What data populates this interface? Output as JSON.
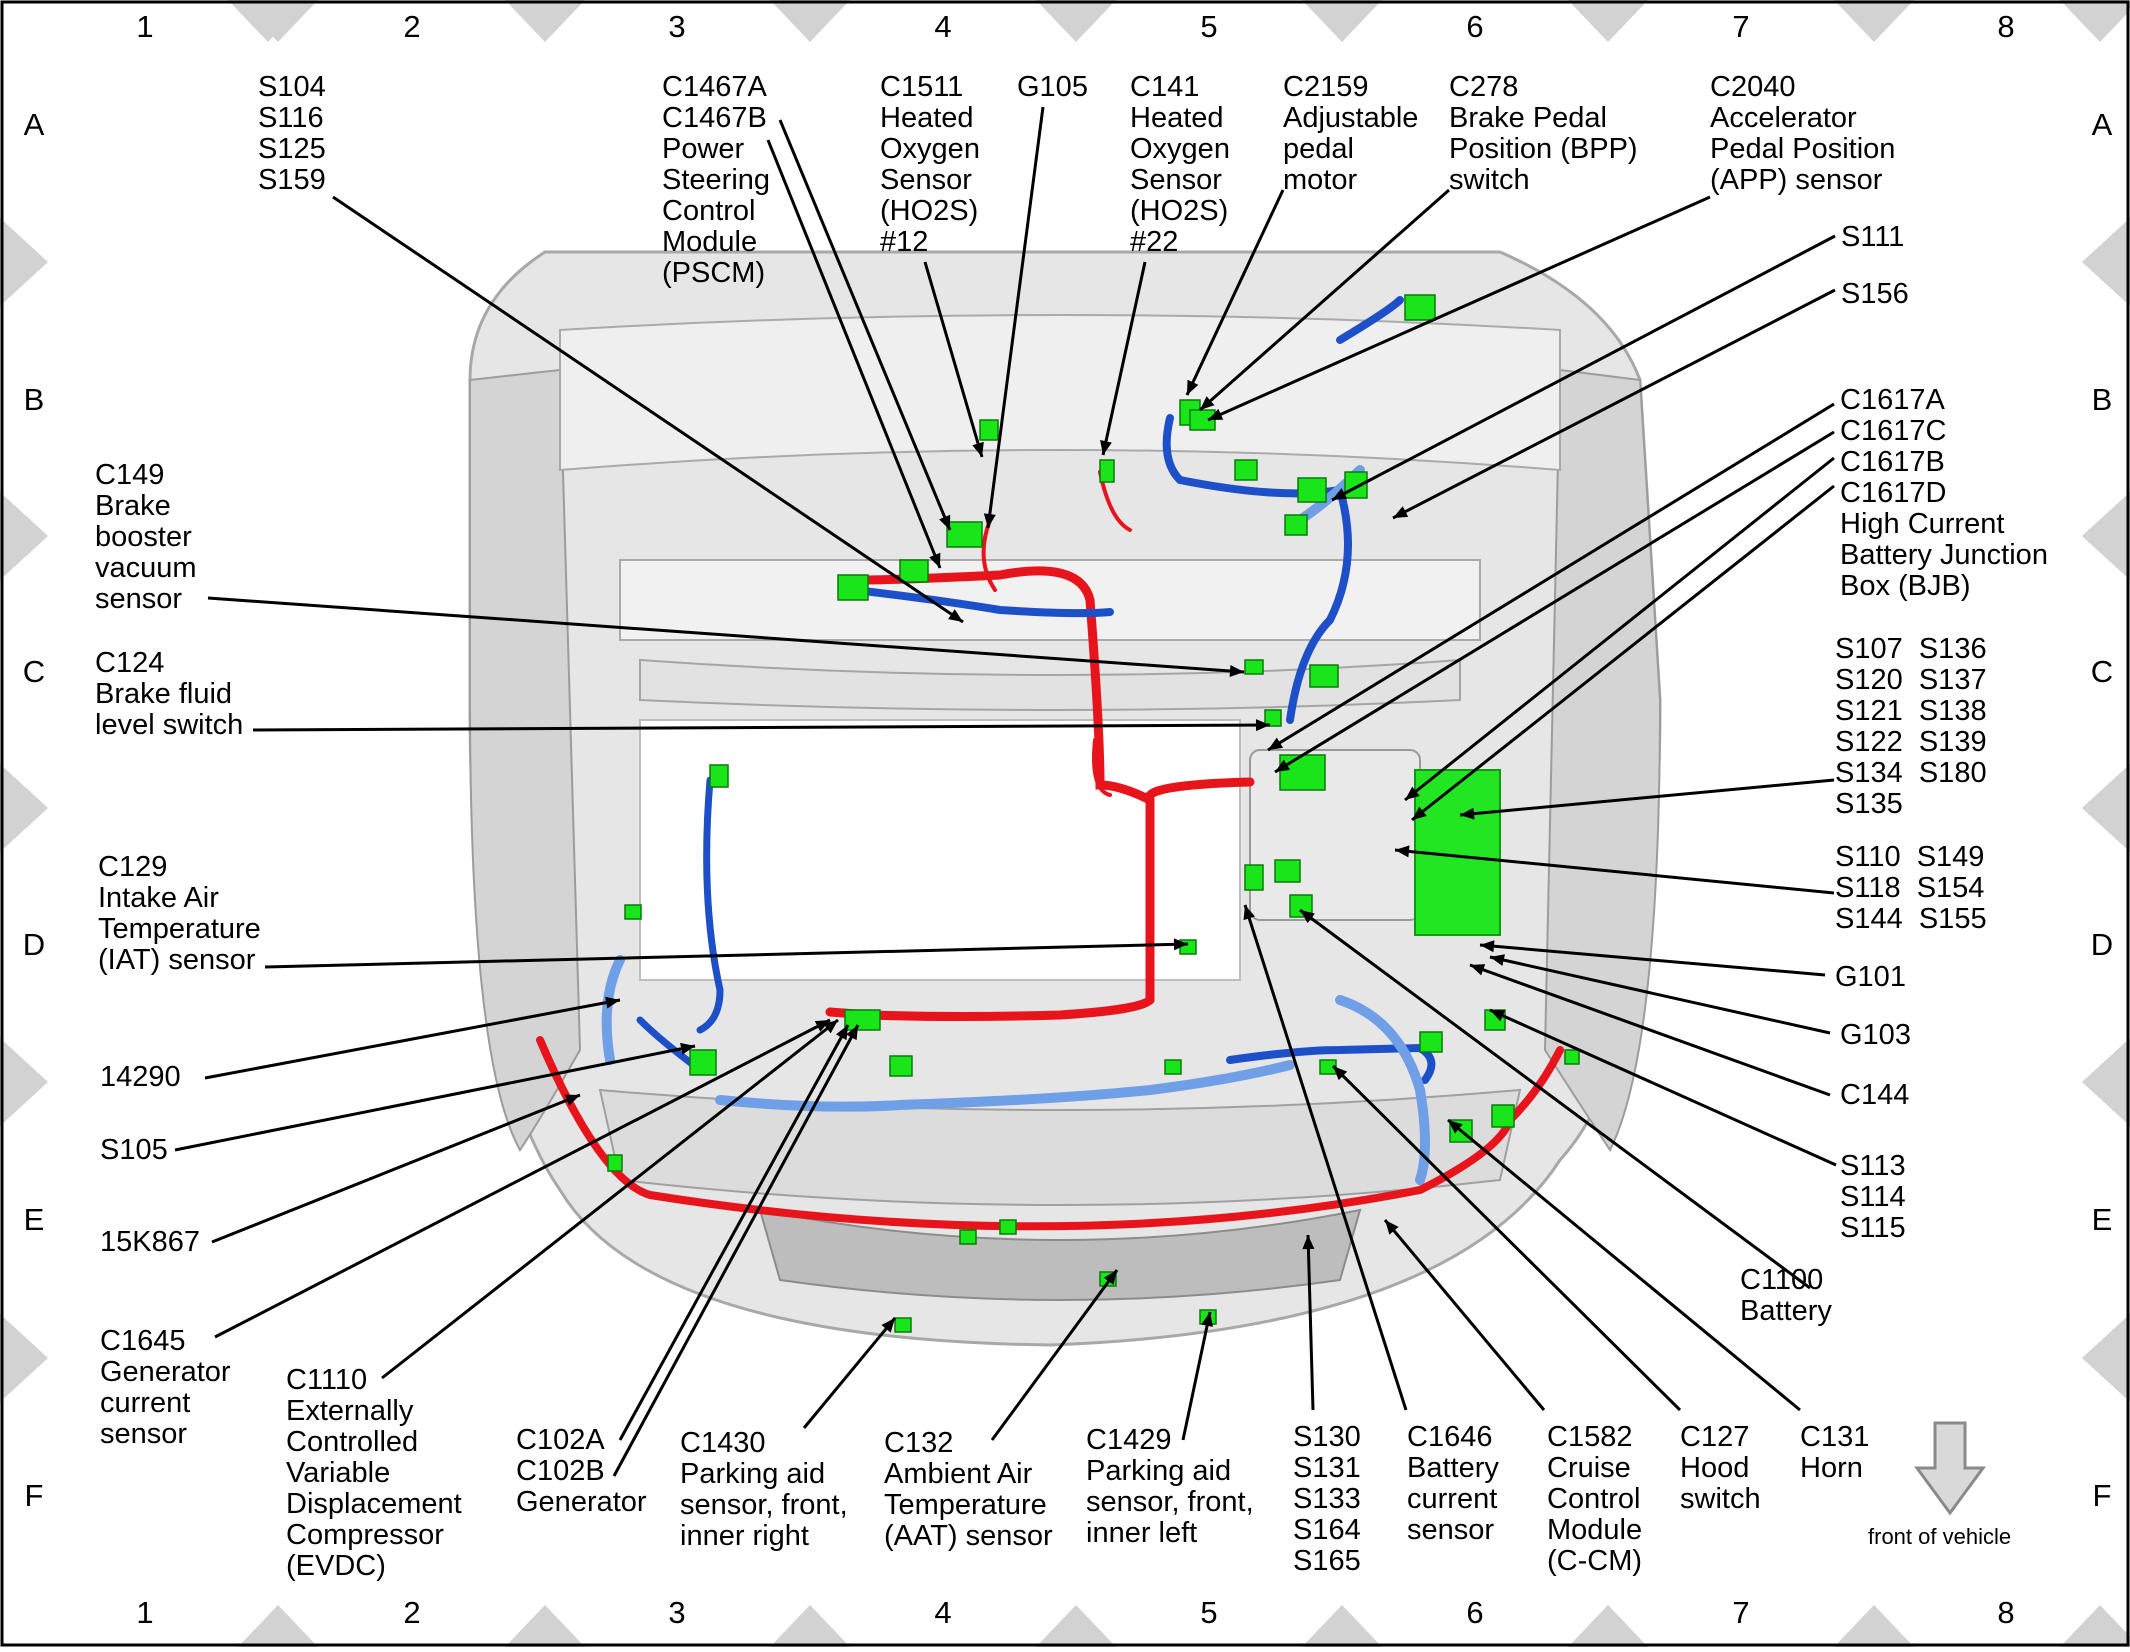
{
  "grid": {
    "columns": [
      "1",
      "2",
      "3",
      "4",
      "5",
      "6",
      "7",
      "8"
    ],
    "rows": [
      "A",
      "B",
      "C",
      "D",
      "E",
      "F"
    ]
  },
  "labels": [
    {
      "id": "s104",
      "lines": [
        "S104",
        "S116",
        "S125",
        "S159"
      ]
    },
    {
      "id": "c1467",
      "lines": [
        "C1467A",
        "C1467B",
        "Power",
        "Steering",
        "Control",
        "Module",
        "(PSCM)"
      ]
    },
    {
      "id": "c1511",
      "lines": [
        "C1511",
        "Heated",
        "Oxygen",
        "Sensor",
        "(HO2S)",
        "#12"
      ]
    },
    {
      "id": "g105",
      "lines": [
        "G105"
      ]
    },
    {
      "id": "c141",
      "lines": [
        "C141",
        "Heated",
        "Oxygen",
        "Sensor",
        "(HO2S)",
        "#22"
      ]
    },
    {
      "id": "c2159",
      "lines": [
        "C2159",
        "Adjustable",
        "pedal",
        "motor"
      ]
    },
    {
      "id": "c278",
      "lines": [
        "C278",
        "Brake Pedal",
        "Position (BPP)",
        "switch"
      ]
    },
    {
      "id": "c2040",
      "lines": [
        "C2040",
        "Accelerator",
        "Pedal Position",
        "(APP) sensor"
      ]
    },
    {
      "id": "s111",
      "lines": [
        "S111"
      ]
    },
    {
      "id": "s156",
      "lines": [
        "S156"
      ]
    },
    {
      "id": "c1617",
      "lines": [
        "C1617A",
        "C1617C",
        "C1617B",
        "C1617D",
        "High Current",
        "Battery Junction",
        "Box (BJB)"
      ]
    },
    {
      "id": "s107",
      "lines": [
        "S107  S136",
        "S120  S137",
        "S121  S138",
        "S122  S139",
        "S134  S180",
        "S135"
      ]
    },
    {
      "id": "s110",
      "lines": [
        "S110  S149",
        "S118  S154",
        "S144  S155"
      ]
    },
    {
      "id": "g101",
      "lines": [
        "G101"
      ]
    },
    {
      "id": "g103",
      "lines": [
        "G103"
      ]
    },
    {
      "id": "c144",
      "lines": [
        "C144"
      ]
    },
    {
      "id": "s113",
      "lines": [
        "S113",
        "S114",
        "S115"
      ]
    },
    {
      "id": "c1100",
      "lines": [
        "C1100",
        "Battery"
      ]
    },
    {
      "id": "c149",
      "lines": [
        "C149",
        "Brake",
        "booster",
        "vacuum",
        "sensor"
      ]
    },
    {
      "id": "c124",
      "lines": [
        "C124",
        "Brake fluid",
        "level switch"
      ]
    },
    {
      "id": "c129",
      "lines": [
        "C129",
        "Intake Air",
        "Temperature",
        "(IAT) sensor"
      ]
    },
    {
      "id": "l14290",
      "lines": [
        "14290"
      ]
    },
    {
      "id": "s105",
      "lines": [
        "S105"
      ]
    },
    {
      "id": "l15k867",
      "lines": [
        "15K867"
      ]
    },
    {
      "id": "c1645",
      "lines": [
        "C1645",
        "Generator",
        "current",
        "sensor"
      ]
    },
    {
      "id": "c1110",
      "lines": [
        "C1110",
        "Externally",
        "Controlled",
        "Variable",
        "Displacement",
        "Compressor",
        "(EVDC)"
      ]
    },
    {
      "id": "c102",
      "lines": [
        "C102A",
        "C102B",
        "Generator"
      ]
    },
    {
      "id": "c1430",
      "lines": [
        "C1430",
        "Parking aid",
        "sensor, front,",
        "inner right"
      ]
    },
    {
      "id": "c132",
      "lines": [
        "C132",
        "Ambient Air",
        "Temperature",
        "(AAT) sensor"
      ]
    },
    {
      "id": "c1429",
      "lines": [
        "C1429",
        "Parking aid",
        "sensor, front,",
        "inner left"
      ]
    },
    {
      "id": "s130",
      "lines": [
        "S130",
        "S131",
        "S133",
        "S164",
        "S165"
      ]
    },
    {
      "id": "c1646",
      "lines": [
        "C1646",
        "Battery",
        "current",
        "sensor"
      ]
    },
    {
      "id": "c1582",
      "lines": [
        "C1582",
        "Cruise",
        "Control",
        "Module",
        "(C-CM)"
      ]
    },
    {
      "id": "c127",
      "lines": [
        "C127",
        "Hood",
        "switch"
      ]
    },
    {
      "id": "c131",
      "lines": [
        "C131",
        "Horn"
      ]
    }
  ],
  "front_label": "front of vehicle",
  "colors": {
    "harness_red": "#e8141c",
    "harness_blue": "#1c4fc8",
    "harness_light_blue": "#6f9fe6",
    "connector_green": "#19e619",
    "body_gray": "#d9d9d9",
    "grid_diamond": "#d2d2d2"
  }
}
